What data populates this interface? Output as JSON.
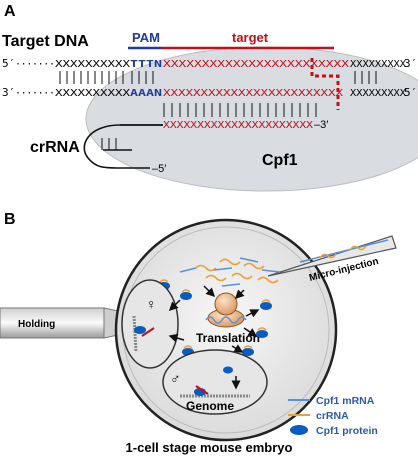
{
  "panel_a": {
    "label": "A",
    "title": "Target DNA",
    "pam_label": "PAM",
    "target_label": "target",
    "strand_top": {
      "left_end": "5′",
      "left_dots": "·······",
      "black_seq": "XXXXXXXXXX",
      "pam": "TTTN",
      "target_seq": "XXXXXXXXXXXXXXXXXXXXXXXX",
      "tail_seq": "XXXXXXXXX",
      "right_dots": "·····",
      "right_end": "3′"
    },
    "strand_bottom": {
      "left_end": "3′",
      "left_dots": "·······",
      "black_seq": "XXXXXXXXXX",
      "pam": "AAAN",
      "target_seq": "XXXXXXXXXXXXXXXXXXXXXXXX",
      "tail_seq": "XXXXXXXXX",
      "right_dots": "·····",
      "right_end": "5′"
    },
    "crrna_seq": "XXXXXXXXXXXXXXXXXXXXXX",
    "crrna_3prime": "–3′",
    "crrna_5prime": "–5′",
    "crrna_label": "crRNA",
    "cpf1_label": "Cpf1"
  },
  "panel_b": {
    "label": "B",
    "micro_injection_label": "Micro-injection",
    "holding_label": "Holding",
    "translation_label": "Translation",
    "genome_label": "Genome",
    "female_symbol": "♀",
    "male_symbol": "♂",
    "caption": "1-cell stage mouse embryo",
    "legend": [
      {
        "label": "Cpf1 mRNA",
        "kind": "line",
        "color": "#5b8fd6"
      },
      {
        "label": "crRNA",
        "kind": "line",
        "color": "#f0a030"
      },
      {
        "label": "Cpf1 protein",
        "kind": "ellipse",
        "color": "#0a5cc0"
      }
    ]
  },
  "colors": {
    "pam_blue": "#1f3a9e",
    "target_red": "#c0101a",
    "cpf1_gray": "#d9dde2",
    "legend_text": "#2d5aa8",
    "mrna_blue": "#5b8fd6",
    "crrna_orange": "#f0a030",
    "protein_blue": "#0a5cc0"
  }
}
